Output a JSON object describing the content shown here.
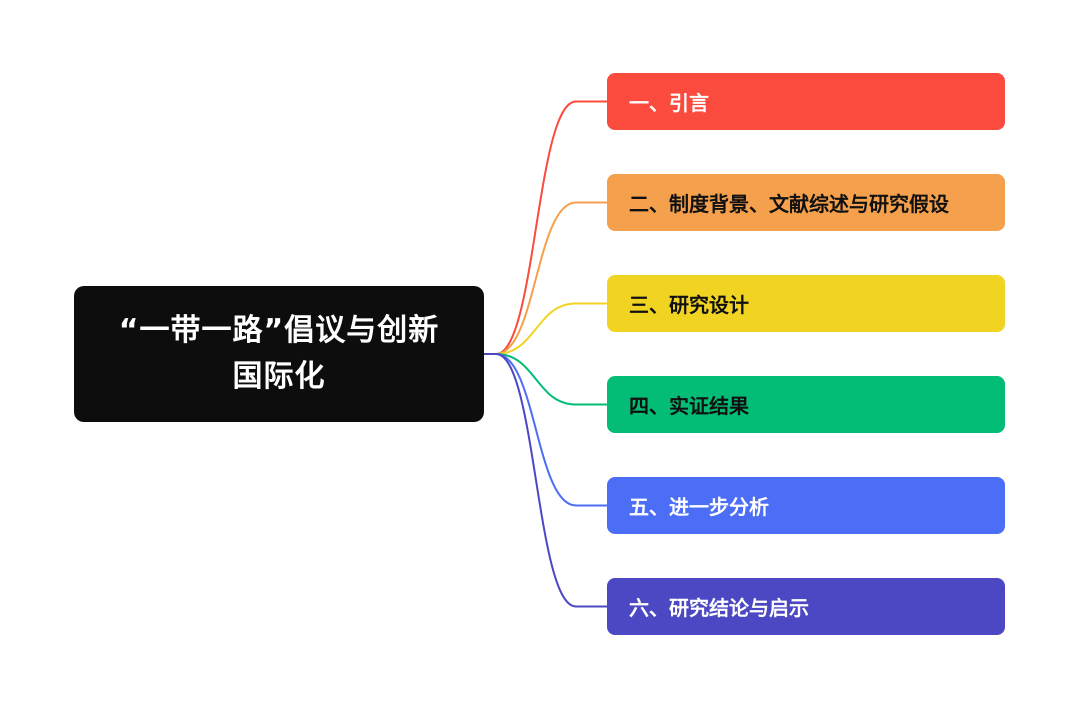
{
  "root": {
    "title": "“一带一路”倡议与创新国际化"
  },
  "branches": [
    {
      "label": "一、引言",
      "color": "#fb4a3e",
      "text_color": "#ffffff"
    },
    {
      "label": "二、制度背景、文献综述与研究假设",
      "color": "#f4a04c",
      "text_color": "#111111"
    },
    {
      "label": "三、研究设计",
      "color": "#f1d422",
      "text_color": "#111111"
    },
    {
      "label": "四、实证结果",
      "color": "#03bd76",
      "text_color": "#111111"
    },
    {
      "label": "五、进一步分析",
      "color": "#4c6ef6",
      "text_color": "#ffffff"
    },
    {
      "label": "六、研究结论与启示",
      "color": "#4c48c3",
      "text_color": "#ffffff"
    }
  ]
}
